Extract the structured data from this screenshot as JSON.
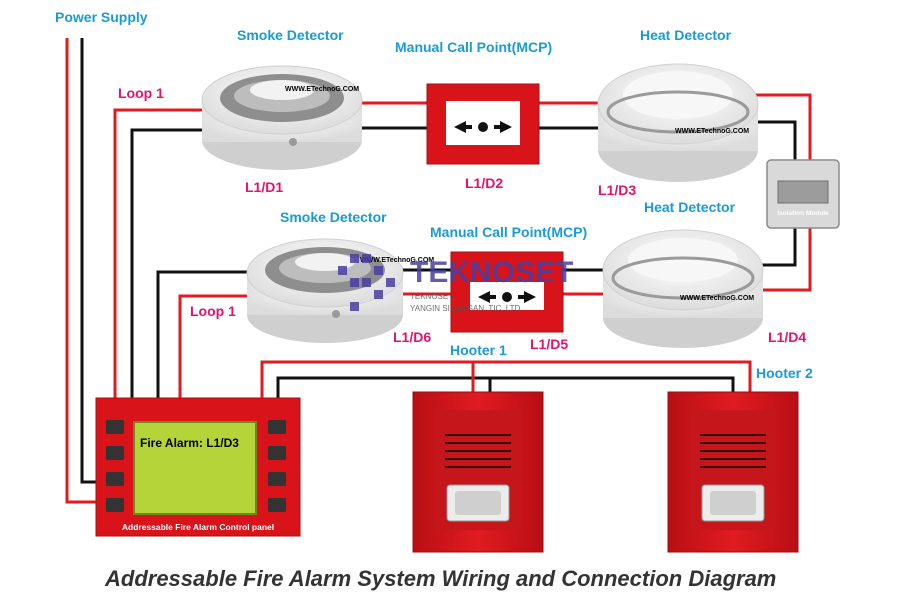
{
  "title": "Addressable Fire Alarm System Wiring and Connection Diagram",
  "power_supply_label": "Power Supply",
  "loop_label_top": "Loop 1",
  "loop_label_bottom": "Loop 1",
  "devices": {
    "smoke1": {
      "name": "Smoke Detector",
      "address": "L1/D1",
      "watermark": "WWW.ETechnoG.COM"
    },
    "mcp1": {
      "name": "Manual Call Point(MCP)",
      "address": "L1/D2"
    },
    "heat1": {
      "name": "Heat Detector",
      "address": "L1/D3",
      "watermark": "WWW.ETechnoG.COM"
    },
    "isolation": {
      "name": "Isolation Module"
    },
    "heat2": {
      "name": "Heat Detector",
      "address": "L1/D4",
      "watermark": "WWW.ETechnoG.COM"
    },
    "mcp2": {
      "name": "Manual Call Point(MCP)",
      "address": "L1/D5"
    },
    "smoke2": {
      "name": "Smoke Detector",
      "address": "L1/D6",
      "watermark": "WWW.ETechnoG.COM"
    },
    "hooter1": {
      "name": "Hooter 1"
    },
    "hooter2": {
      "name": "Hooter 2"
    }
  },
  "panel": {
    "screen_text": "Fire Alarm: L1/D3",
    "label": "Addressable Fire Alarm Control panel"
  },
  "overlay_logo": {
    "brand": "TEKNOSET",
    "line1": "TEKNOSET",
    "line2": "YANGIN SI   ERI SAN. TIC. LTD."
  },
  "colors": {
    "wire_red": "#e01b22",
    "wire_black": "#111111",
    "device_red": "#d8141a",
    "screen_green": "#b5d43a",
    "label_blue": "#1a9bd7",
    "label_pink": "#e0136f"
  }
}
